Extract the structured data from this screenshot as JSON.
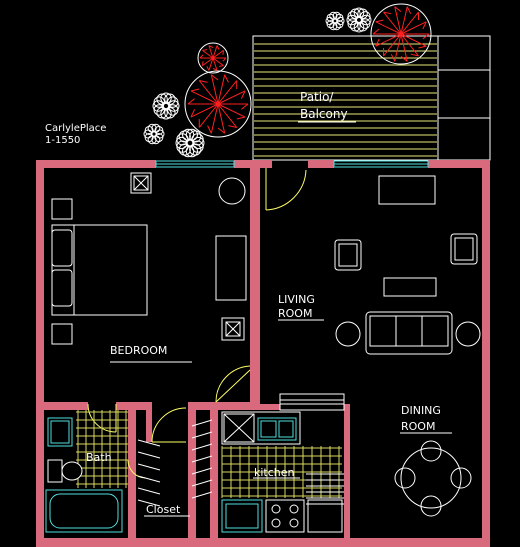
{
  "title": {
    "line1": "CarlylePlace",
    "line2": "1-1550"
  },
  "rooms": {
    "patio": {
      "line1": "Patio/",
      "line2": "Balcony"
    },
    "bedroom": "BEDROOM",
    "living": {
      "line1": "LIVING",
      "line2": "ROOM"
    },
    "dining": {
      "line1": "DINING",
      "line2": "ROOM"
    },
    "bath": "Bath",
    "kitchen": "kitchen",
    "closet": "Closet"
  },
  "colors": {
    "wall": "#d9697c",
    "line": "#ffffff",
    "door": "#ffff66",
    "fixture": "#4fe0e0",
    "tree": "#ff2020",
    "grid": "#d8d860"
  }
}
